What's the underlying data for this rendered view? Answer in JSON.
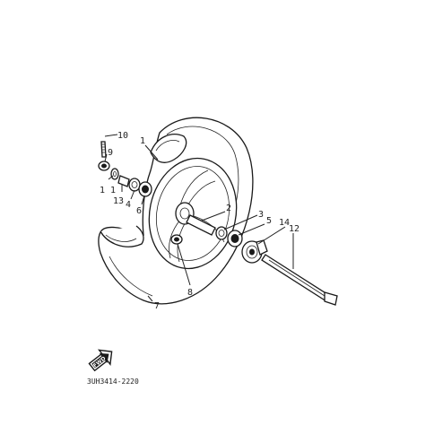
{
  "callouts": {
    "p1": "1",
    "p2": "2",
    "p3": "3",
    "p4": "4",
    "p5": "5",
    "p6": "6",
    "p7": "7",
    "p8": "8",
    "p9": "9",
    "p10": "10",
    "p11": "1 1",
    "p12": "12",
    "p13": "13",
    "p14": "14"
  },
  "fwd_label": "FWD",
  "drawing_code": "3UH3414-2220"
}
